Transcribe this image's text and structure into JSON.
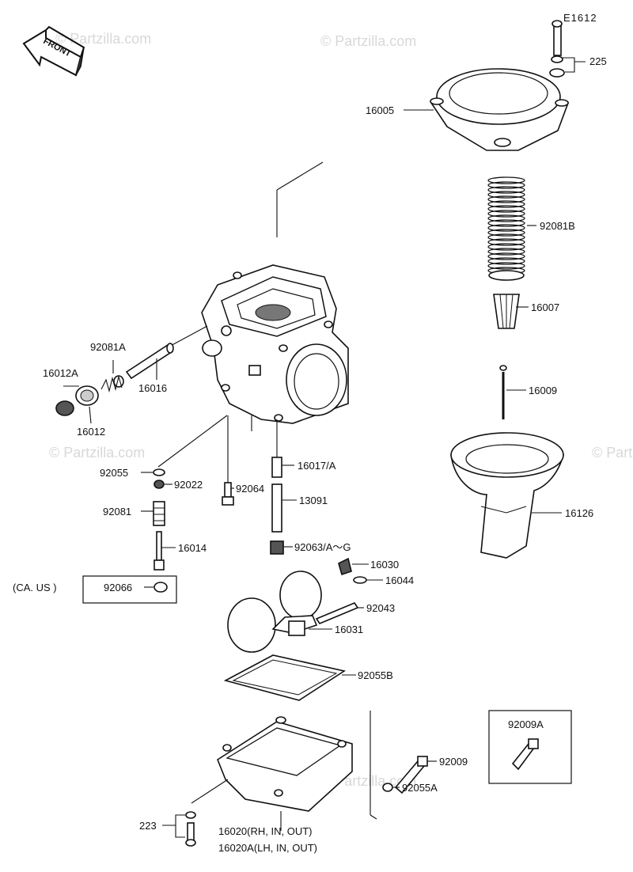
{
  "figure_code": "E1612",
  "front_arrow_label": "FRONT",
  "watermarks": [
    "© Partzilla.com",
    "© Partzilla.com",
    "© Partzilla.com",
    "© Partzilla.com",
    "© Partzilla.com"
  ],
  "note": {
    "region": "(CA. US )"
  },
  "parts": {
    "p225": "225",
    "p16005": "16005",
    "p92081B": "92081B",
    "p16007": "16007",
    "p16009": "16009",
    "p16126": "16126",
    "p92081A": "92081A",
    "p16012A": "16012A",
    "p16016": "16016",
    "p16012": "16012",
    "p92055": "92055",
    "p92022": "92022",
    "p92064": "92064",
    "p16017A": "16017/A",
    "p13091": "13091",
    "p92081": "92081",
    "p16014": "16014",
    "p92063": "92063/A～G",
    "p92066": "92066",
    "p16030": "16030",
    "p16044": "16044",
    "p92043": "92043",
    "p16031": "16031",
    "p92055B": "92055B",
    "p92009A": "92009A",
    "p92009": "92009",
    "p92055A": "92055A",
    "p223": "223",
    "p16020": "16020(RH, IN, OUT)",
    "p16020A": "16020A(LH, IN, OUT)"
  }
}
